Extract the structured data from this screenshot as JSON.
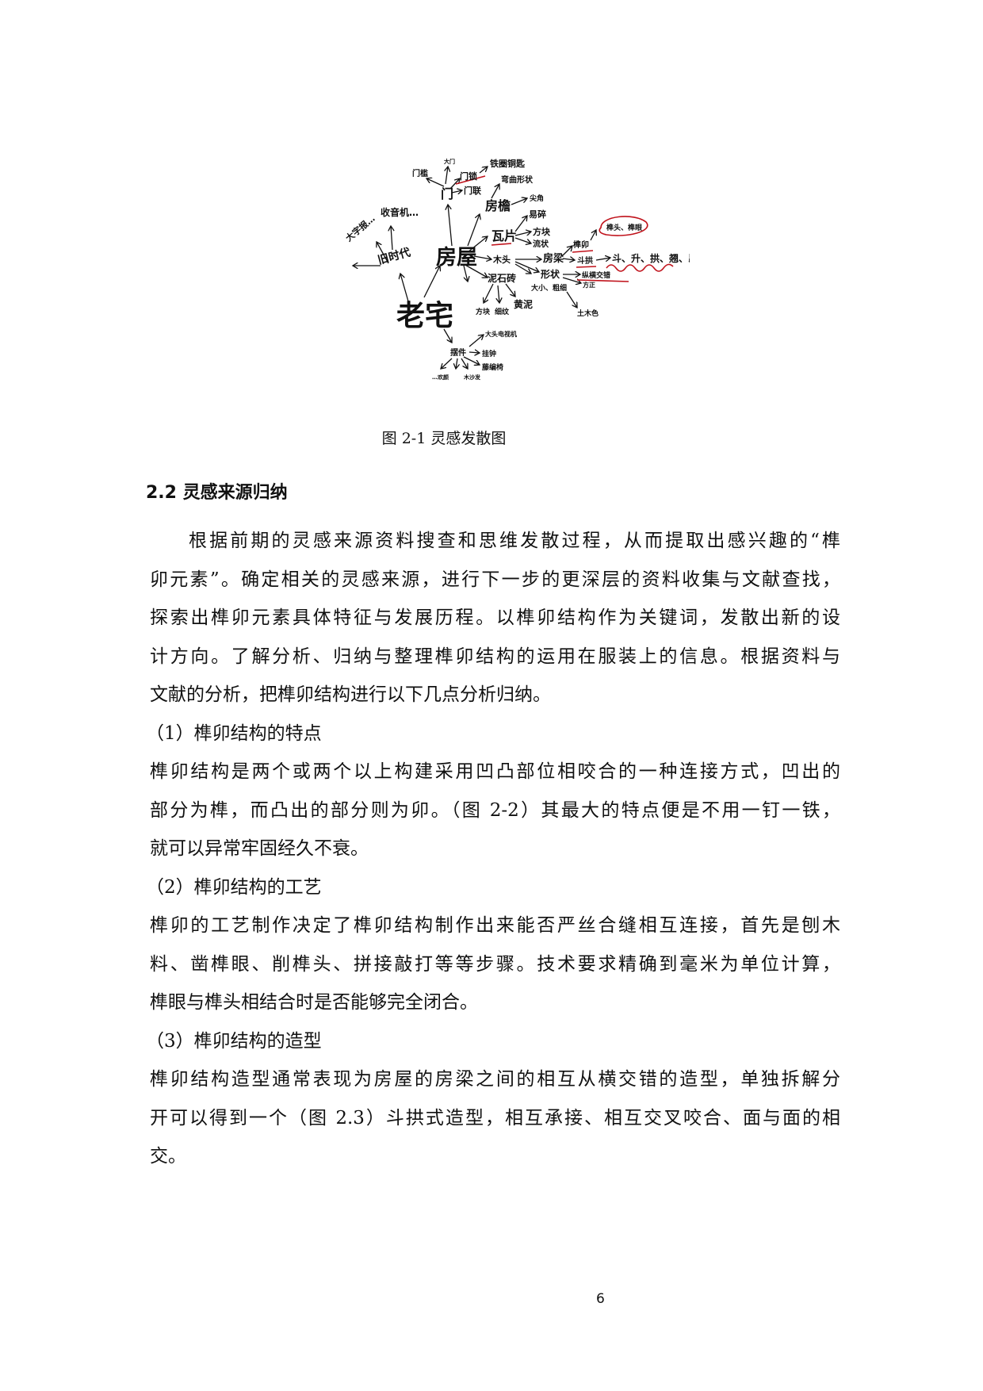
{
  "figure": {
    "caption": "图 2-1 灵感发散图",
    "mind_map": {
      "nodes": {
        "laozhai": "老宅",
        "jiushidai": "旧时代",
        "dazibao": "大字报…",
        "shouyinji": "收音机…",
        "fangwu": "房屋",
        "men": "门",
        "menkan": "门槛",
        "damen": "大门",
        "mensuo": "门锁",
        "tiequan": "铁圈铜匙",
        "menlian": "门联",
        "wanqu": "弯曲形状",
        "fangyan": "房檐",
        "jianjiao": "尖角",
        "wapian": "瓦片",
        "yisui": "易碎",
        "fangkuai": "方块",
        "liuzhuang": "流状",
        "mutou": "木头",
        "fangliang": "房梁",
        "xingzhuang": "形状",
        "daxiao": "大小、粗细",
        "nishizhuan": "泥石砖",
        "fangkuai2": "方块",
        "xiwen": "细纹",
        "huangni": "黄泥",
        "sunmao": "榫卯",
        "suntou": "榫头、榫眼",
        "dougong": "斗拱",
        "dou": "斗、升、拱、翘、昂",
        "zongheng": "纵横交错",
        "fangzheng": "方正",
        "tumuse": "土木色",
        "baijian": "摆件",
        "dianshi": "大头电视机",
        "guazhong": "挂钟",
        "tengbian": "藤编椅",
        "huanyan": "…欢颜",
        "shafa": "木沙发"
      },
      "accent_color": "#c0121b"
    }
  },
  "section": {
    "heading": "2.2 灵感来源归纳",
    "lines": [
      "根据前期的灵感来源资料搜查和思维发散过程，从而提取出感兴趣的“榫",
      "卯元素”。确定相关的灵感来源，进行下一步的更深层的资料收集与文献查找，",
      "探索出榫卯元素具体特征与发展历程。以榫卯结构作为关键词，发散出新的设",
      "计方向。了解分析、归纳与整理榫卯结构的运用在服装上的信息。根据资料与",
      "文献的分析，把榫卯结构进行以下几点分析归纳。",
      "（1）榫卯结构的特点",
      "榫卯结构是两个或两个以上构建采用凹凸部位相咬合的一种连接方式，凹出的",
      "部分为榫，而凸出的部分则为卯。（图 2-2）其最大的特点便是不用一钉一铁，",
      "就可以异常牢固经久不衰。",
      "（2）榫卯结构的工艺",
      "榫卯的工艺制作决定了榫卯结构制作出来能否严丝合缝相互连接，首先是刨木",
      "料、凿榫眼、削榫头、拼接敲打等等步骤。技术要求精确到毫米为单位计算，",
      "榫眼与榫头相结合时是否能够完全闭合。",
      "（3）榫卯结构的造型",
      "榫卯结构造型通常表现为房屋的房梁之间的相互从横交错的造型，单独拆解分",
      "开可以得到一个（图 2.3）斗拱式造型，相互承接、相互交叉咬合、面与面的相",
      "交。"
    ]
  },
  "page_number": "6"
}
